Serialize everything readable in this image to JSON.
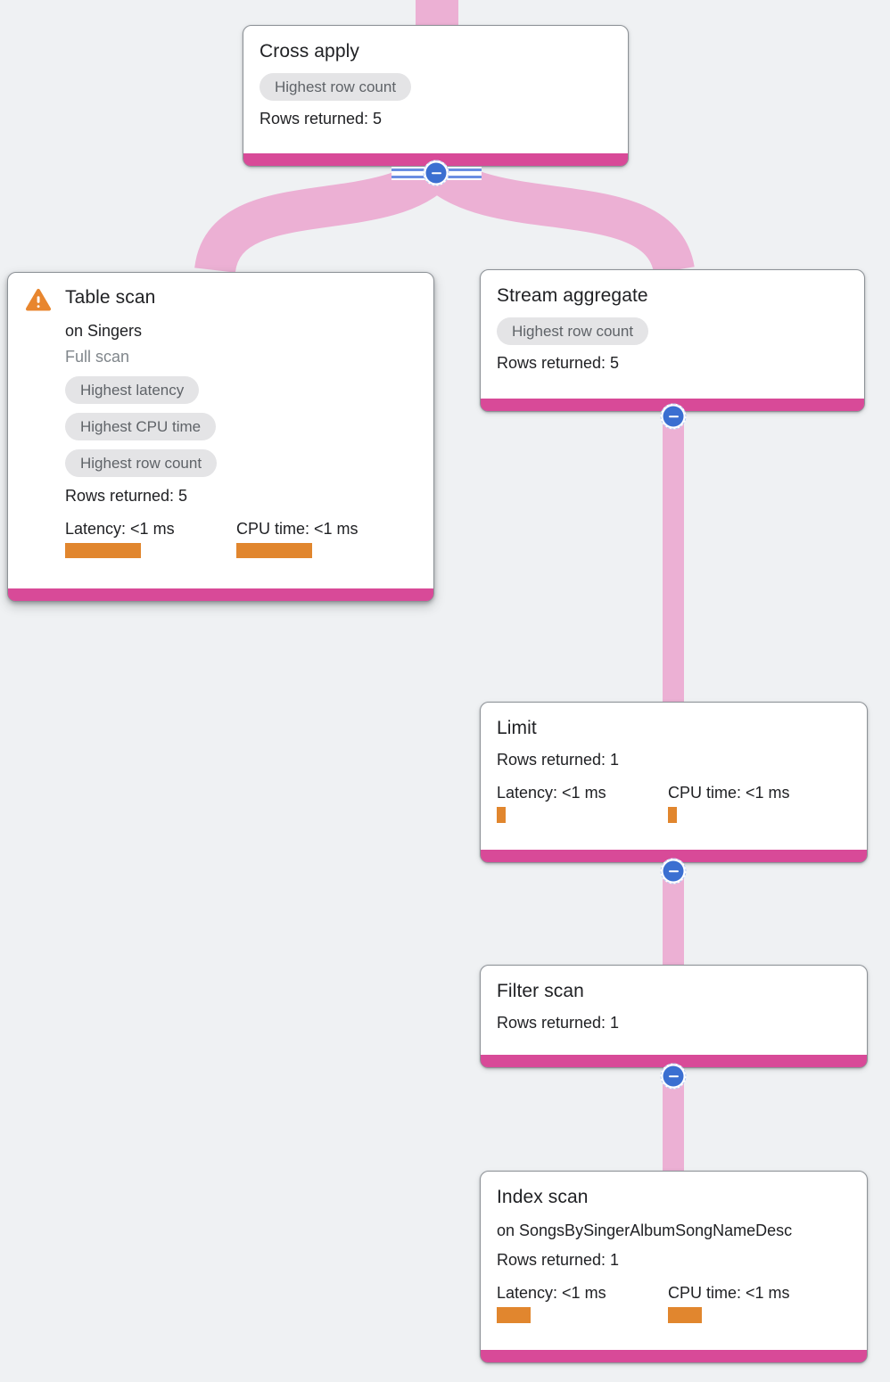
{
  "colors": {
    "background": "#eff1f3",
    "edge": "#ecb0d4",
    "accent_bar": "#d84a98",
    "metric_bar": "#e1862e",
    "collapse_button_blue": "#3b6fd1",
    "badge_bg": "#e4e4e6",
    "badge_text": "#5f6368",
    "title_text": "#202124",
    "muted_text": "#80868b",
    "warning_orange": "#e8862e"
  },
  "nodes": {
    "cross_apply": {
      "title": "Cross apply",
      "badges": [
        "Highest row count"
      ],
      "rows_returned": "Rows returned: 5"
    },
    "table_scan": {
      "title": "Table scan",
      "subtitle": "on Singers",
      "scan_type": "Full scan",
      "badges": [
        "Highest latency",
        "Highest CPU time",
        "Highest row count"
      ],
      "rows_returned": "Rows returned: 5",
      "latency_label": "Latency: <1 ms",
      "cpu_label": "CPU time: <1 ms"
    },
    "stream_aggregate": {
      "title": "Stream aggregate",
      "badges": [
        "Highest row count"
      ],
      "rows_returned": "Rows returned: 5"
    },
    "limit": {
      "title": "Limit",
      "rows_returned": "Rows returned: 1",
      "latency_label": "Latency: <1 ms",
      "cpu_label": "CPU time: <1 ms"
    },
    "filter_scan": {
      "title": "Filter scan",
      "rows_returned": "Rows returned: 1"
    },
    "index_scan": {
      "title": "Index scan",
      "subtitle": "on SongsBySingerAlbumSongNameDesc",
      "rows_returned": "Rows returned: 1",
      "latency_label": "Latency: <1 ms",
      "cpu_label": "CPU time: <1 ms"
    }
  }
}
